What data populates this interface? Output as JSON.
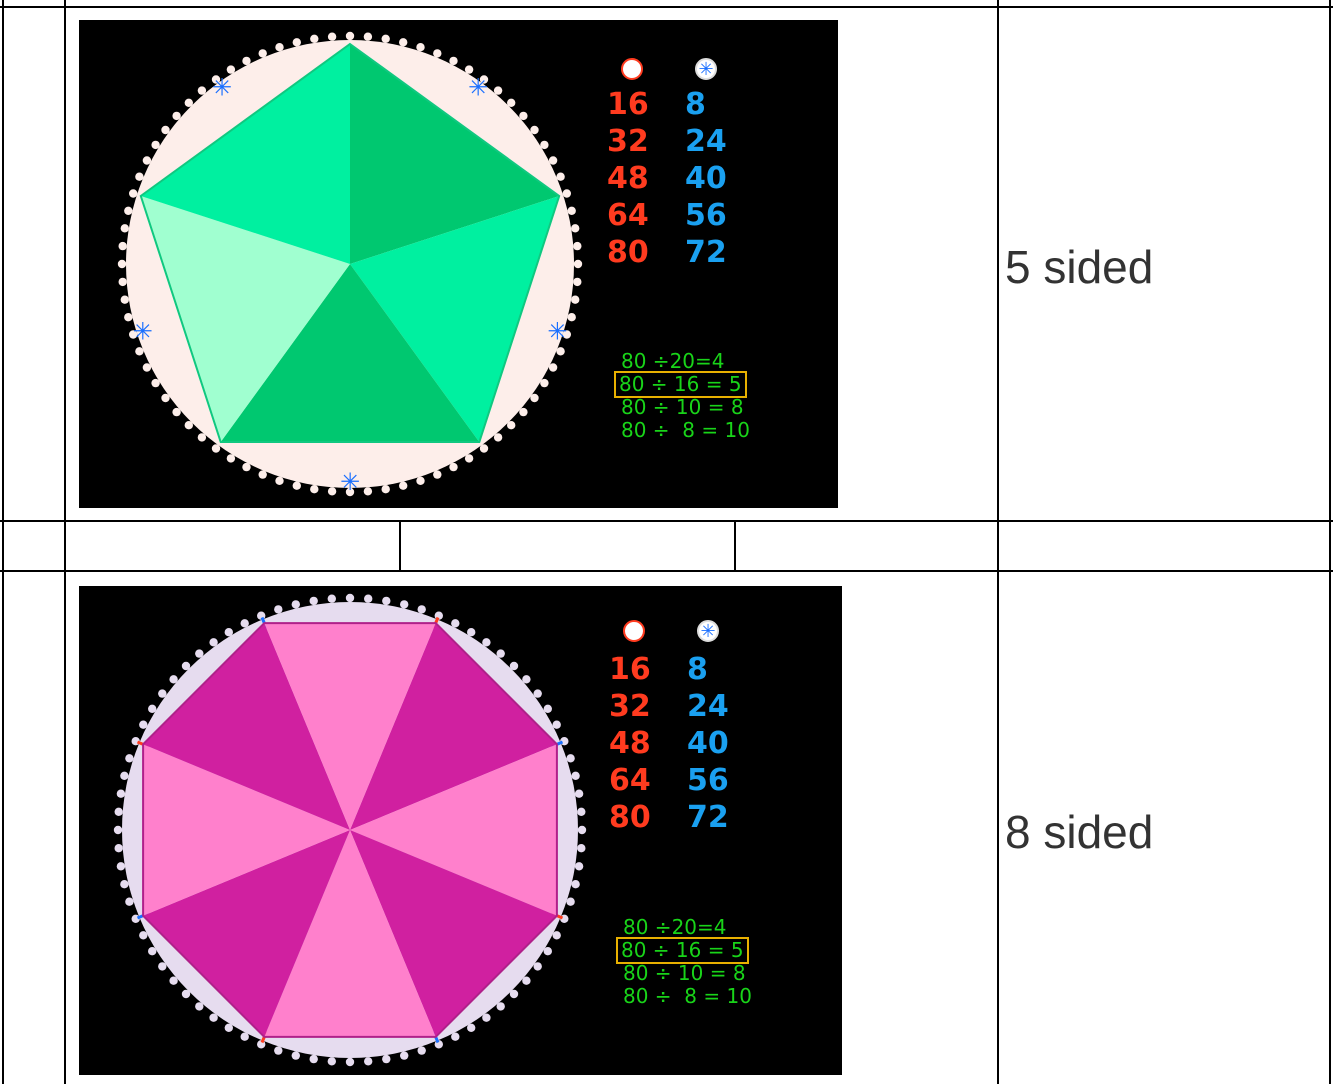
{
  "rows": [
    {
      "label": "5 sided",
      "sides": 5,
      "colors": {
        "ring": "#fdeeea",
        "fill_a": "#00f0a0",
        "fill_b": "#00c870",
        "fill_c": "#a0ffd0"
      },
      "ring_markers": "star",
      "legend": {
        "col1": [
          "16",
          "32",
          "48",
          "64",
          "80"
        ],
        "col2": [
          "8",
          "24",
          "40",
          "56",
          "72"
        ]
      },
      "equations": [
        "80 ÷20=4",
        "80 ÷ 16 = 5",
        "80 ÷ 10 = 8",
        "80 ÷  8 = 10"
      ]
    },
    {
      "label": "8 sided",
      "sides": 8,
      "colors": {
        "ring": "#e6dcef",
        "fill_a": "#ff80cc",
        "fill_b": "#d020a0",
        "fill_c": "#ff80cc"
      },
      "ring_markers": "ticks",
      "legend": {
        "col1": [
          "16",
          "32",
          "48",
          "64",
          "80"
        ],
        "col2": [
          "8",
          "24",
          "40",
          "56",
          "72"
        ]
      },
      "equations": [
        "80 ÷20=4",
        "80 ÷ 16 = 5",
        "80 ÷ 10 = 8",
        "80 ÷  8 = 10"
      ]
    }
  ]
}
